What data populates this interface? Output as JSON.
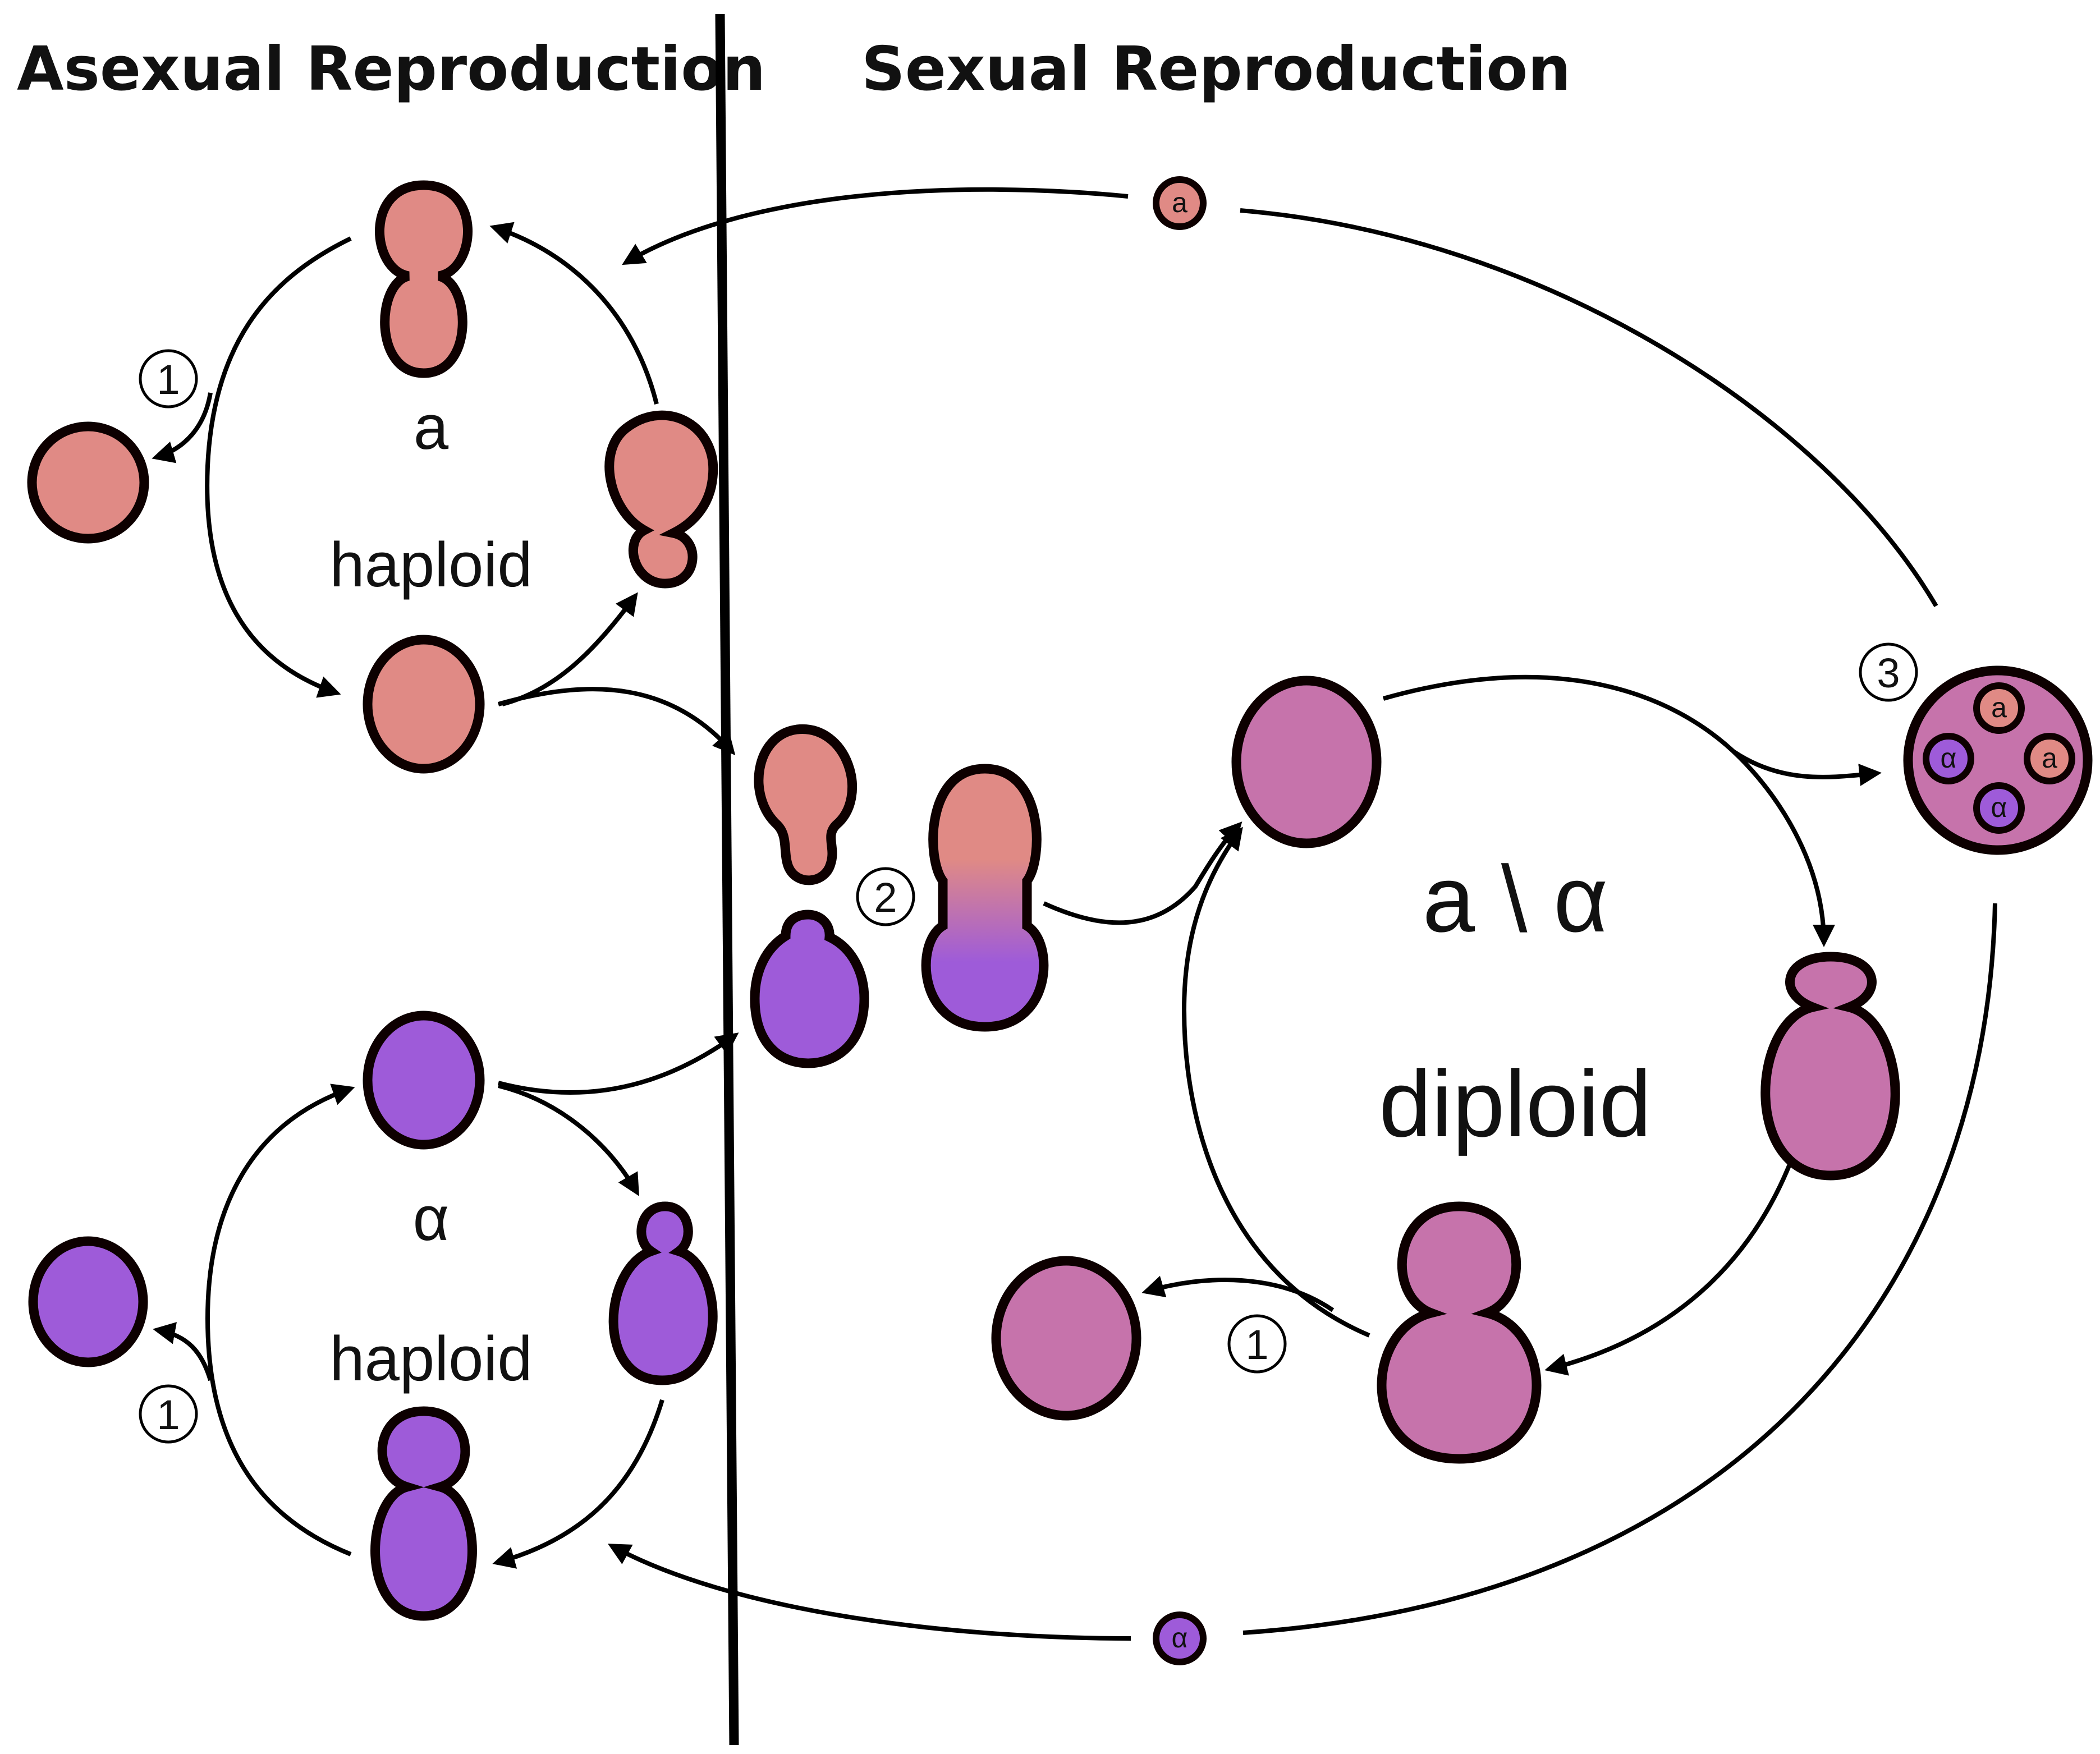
{
  "headings": {
    "asexual": "Asexual Reproduction",
    "sexual": "Sexual Reproduction"
  },
  "haploid_a": {
    "type": "a",
    "ploidy": "haploid"
  },
  "haploid_alpha": {
    "type": "α",
    "ploidy": "haploid"
  },
  "diploid": {
    "type": "a \\ α",
    "ploidy": "diploid"
  },
  "steps": {
    "one": "1",
    "two": "2",
    "three": "3"
  },
  "spores": {
    "a": "a",
    "alpha": "α"
  },
  "colors": {
    "a_cell": "#e08a85",
    "alpha_cell": "#9e5bd9",
    "diploid_cell": "#c673ab",
    "outline": "#0d0000"
  }
}
